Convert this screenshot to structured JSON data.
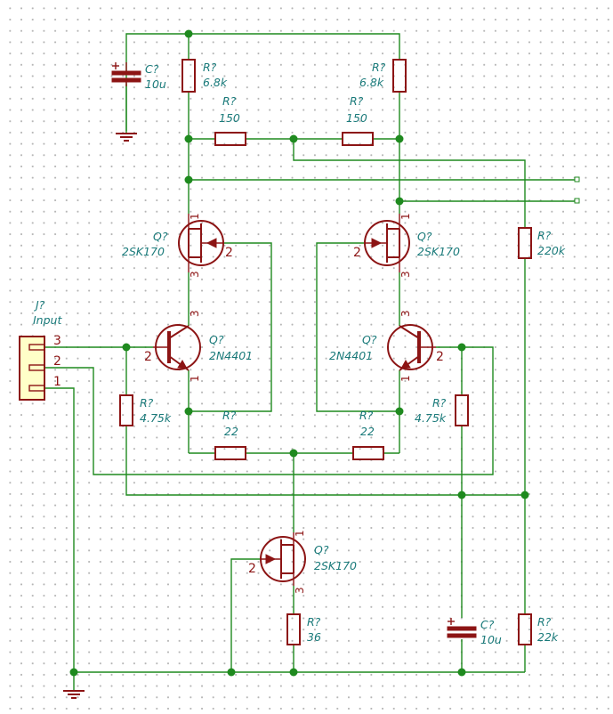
{
  "parts": {
    "c1": {
      "ref": "C?",
      "value": "10u"
    },
    "r1": {
      "ref": "R?",
      "value": "6.8k"
    },
    "r2": {
      "ref": "R?",
      "value": "6.8k"
    },
    "r3": {
      "ref": "R?",
      "value": "150"
    },
    "r4": {
      "ref": "R?",
      "value": "150"
    },
    "q1": {
      "ref": "Q?",
      "value": "2SK170"
    },
    "q2": {
      "ref": "Q?",
      "value": "2SK170"
    },
    "r5": {
      "ref": "R?",
      "value": "220k"
    },
    "j1": {
      "ref": "J?",
      "value": "Input"
    },
    "q3": {
      "ref": "Q?",
      "value": "2N4401"
    },
    "q4": {
      "ref": "Q?",
      "value": "2N4401"
    },
    "r6": {
      "ref": "R?",
      "value": "4.75k"
    },
    "r7": {
      "ref": "R?",
      "value": "4.75k"
    },
    "r8": {
      "ref": "R?",
      "value": "22"
    },
    "r9": {
      "ref": "R?",
      "value": "22"
    },
    "q5": {
      "ref": "Q?",
      "value": "2SK170"
    },
    "r10": {
      "ref": "R?",
      "value": "36"
    },
    "c2": {
      "ref": "C?",
      "value": "10u"
    },
    "r11": {
      "ref": "R?",
      "value": "22k"
    }
  },
  "pins": {
    "p1": "1",
    "p2": "2",
    "p3": "3"
  }
}
